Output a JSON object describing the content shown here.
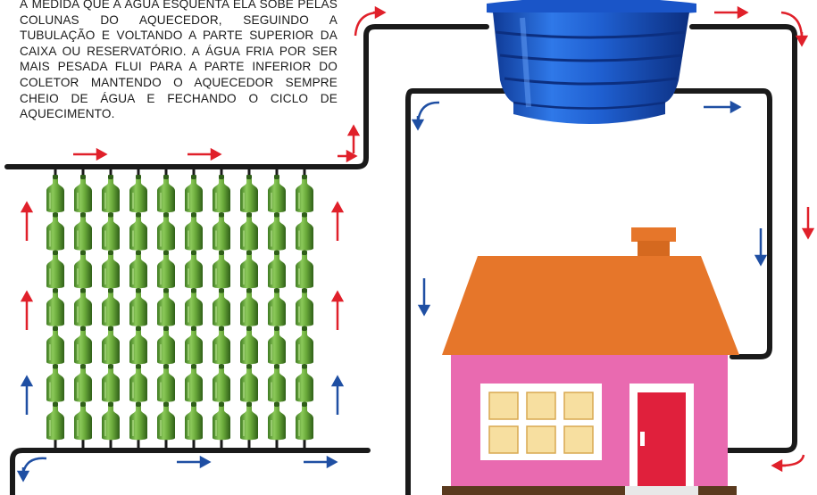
{
  "caption": {
    "text": "À MEDIDA QUE A ÁGUA ESQUENTA ELA SOBE PELAS COLUNAS DO AQUECEDOR, SEGUINDO A TUBULAÇÃO E VOLTANDO A PARTE SUPERIOR DA CAIXA OU RESERVATÓRIO. A ÁGUA FRIA POR SER MAIS PESADA FLUI PARA A PARTE INFERIOR DO COLETOR MANTENDO O AQUECEDOR SEMPRE CHEIO DE ÁGUA E FECHANDO O CICLO DE AQUECIMENTO."
  },
  "colors": {
    "pipe": "#1a1a1a",
    "hot_arrow": "#e0202a",
    "cold_arrow": "#1f4fa3",
    "tank": "#1f5fd0",
    "tank_dark": "#123f99",
    "bottle": "#6aaa3a",
    "bottle_dark": "#3f7a22",
    "roof": "#e6762a",
    "wall": "#e96ab0",
    "door": "#e0203c",
    "window_pane": "#f7dfa0",
    "ground": "#5a3a1e",
    "background": "#ffffff"
  },
  "collector": {
    "columns": 10,
    "bottles_per_column": 7
  },
  "icons": [
    "water-tank-icon",
    "house-icon",
    "bottle-collector-icon",
    "flow-arrow-icon"
  ]
}
